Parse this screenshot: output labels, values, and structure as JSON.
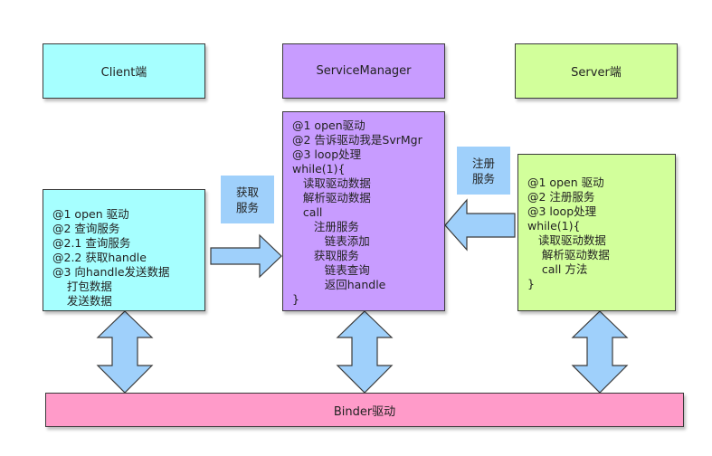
{
  "boxes": {
    "client_header": "Client端",
    "servicemanager_header": "ServiceManager",
    "server_header": "Server端",
    "binder": "Binder驱动"
  },
  "client_lines": [
    "@1 open 驱动",
    "@2 查询服务",
    "@2.1 查询服务",
    "@2.2 获取handle",
    "@3 向handle发送数据",
    "    打包数据",
    "    发送数据"
  ],
  "servicemanager_lines": [
    "@1 open驱动",
    "@2 告诉驱动我是SvrMgr",
    "@3 loop处理",
    "while(1){",
    "   读取驱动数据",
    "   解析驱动数据",
    "   call",
    "      注册服务",
    "         链表添加",
    "      获取服务",
    "         链表查询",
    "         返回handle",
    "}"
  ],
  "server_lines": [
    "@1 open 驱动",
    "@2 注册服务",
    "@3 loop处理",
    "while(1){",
    "   读取驱动数据",
    "    解析驱动数据",
    "    call 方法",
    "}"
  ],
  "tags": {
    "get_service": "获取\n服务",
    "register_service": "注册\n服务"
  },
  "colors": {
    "cyan": "#a6ffff",
    "purple": "#c89cff",
    "green": "#d2ff9b",
    "pink": "#ff9bc9",
    "arrow": "#9fd0fb"
  }
}
